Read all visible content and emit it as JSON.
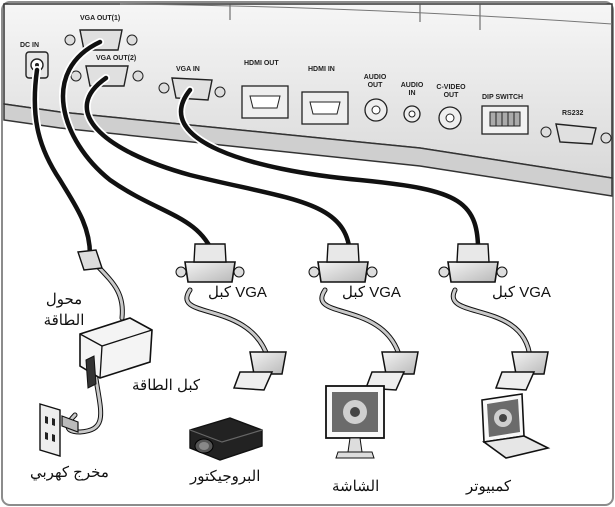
{
  "panel": {
    "ports": {
      "dc_in": "DC IN",
      "vga_out1": "VGA OUT(1)",
      "vga_out2": "VGA OUT(2)",
      "vga_in": "VGA IN",
      "hdmi_out": "HDMI OUT",
      "hdmi_in": "HDMI IN",
      "audio_out": "AUDIO OUT",
      "audio_in": "AUDIO IN",
      "cvideo_out": "C-VIDEO OUT",
      "dip_switch": "DIP SWITCH",
      "rs232": "RS232"
    }
  },
  "labels": {
    "vga_cable_1": "كبل VGA",
    "vga_cable_2": "كبل VGA",
    "vga_cable_3": "كبل VGA",
    "power_adapter": "محول الطاقة",
    "power_adapter_line1": "محول",
    "power_adapter_line2": "الطاقة",
    "power_cable": "كبل الطاقة",
    "outlet": "مخرج كهربي",
    "projector": "البروجيكتور",
    "monitor": "الشاشة",
    "computer": "كمبيوتر"
  }
}
